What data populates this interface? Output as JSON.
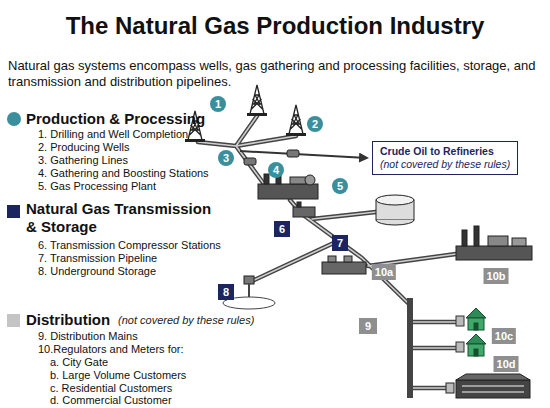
{
  "diagram": {
    "title": "The Natural Gas Production Industry",
    "nodes": [
      {
        "text": [
          "Crude Oil to Refineries",
          "(not covered by these rules)"
        ]
      }
    ],
    "labels": [
      "Natural gas systems encompass wells, gas gathering and processing facilities, storage, and transmission and distribution pipelines.",
      "Production & Processing",
      "1. Drilling and Well Completion",
      "2. Producing Wells",
      "3. Gathering Lines",
      "4. Gathering and Boosting Stations",
      "5. Gas Processing Plant",
      "Natural Gas Transmission & Storage",
      "6. Transmission Compressor Stations",
      "7. Transmission Pipeline",
      "8. Underground Storage",
      "Distribution",
      "(not covered by these rules)",
      "9. Distribution Mains",
      "10.Regulators and Meters for:",
      "a. City Gate",
      "b. Large Volume Customers",
      "c. Residential Customers",
      "d. Commercial Customer",
      "1",
      "2",
      "3",
      "4",
      "5",
      "6",
      "7",
      "8",
      "9",
      "10a",
      "10b",
      "10c",
      "10d"
    ]
  }
}
